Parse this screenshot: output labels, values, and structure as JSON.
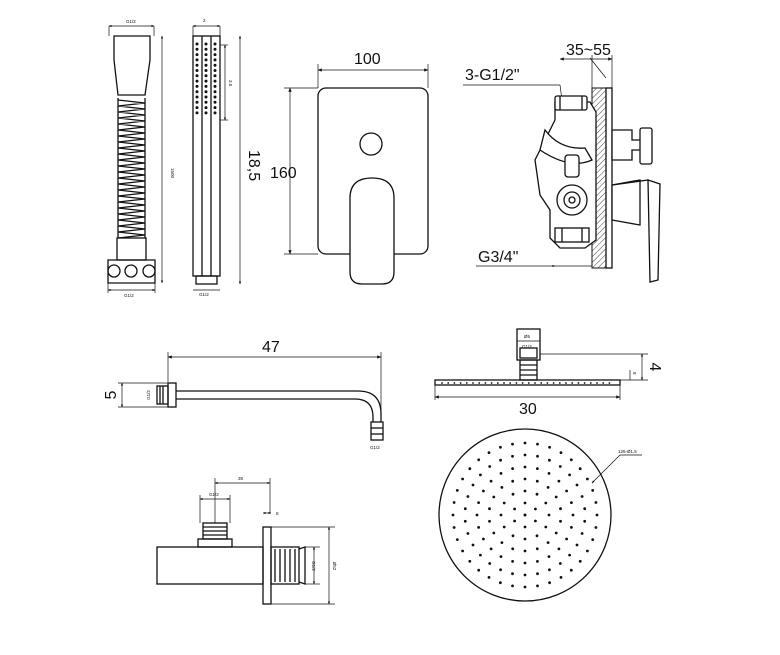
{
  "hose": {
    "top_label": "G1/2",
    "length_label": "1500",
    "bottom_label": "G1/2"
  },
  "hand_shower": {
    "top_label": "2",
    "side_label": "3.5",
    "length_label": "18,5",
    "bottom_label": "G1/2"
  },
  "mixer_front": {
    "width_label": "100",
    "height_label": "160"
  },
  "mixer_side": {
    "depth_label": "35~55",
    "top_thread_label": "3-G1/2\"",
    "bottom_thread_label": "G3/4\""
  },
  "arm": {
    "length_label": "47",
    "height_label": "5",
    "side_label": "G1/2",
    "end_label": "G1/2"
  },
  "head_side": {
    "d1_label": "Ø5",
    "d2_label": "G1/2",
    "thickness_label": "4",
    "small_label": "8",
    "width_label": "30"
  },
  "head_top": {
    "nozzle_label": "126-Ø1,5"
  },
  "outlet": {
    "width_label": "38",
    "thread_label": "G1/2",
    "flange_label": "8",
    "side_thread_label": "G1/2",
    "diameter_label": "Ø52"
  }
}
